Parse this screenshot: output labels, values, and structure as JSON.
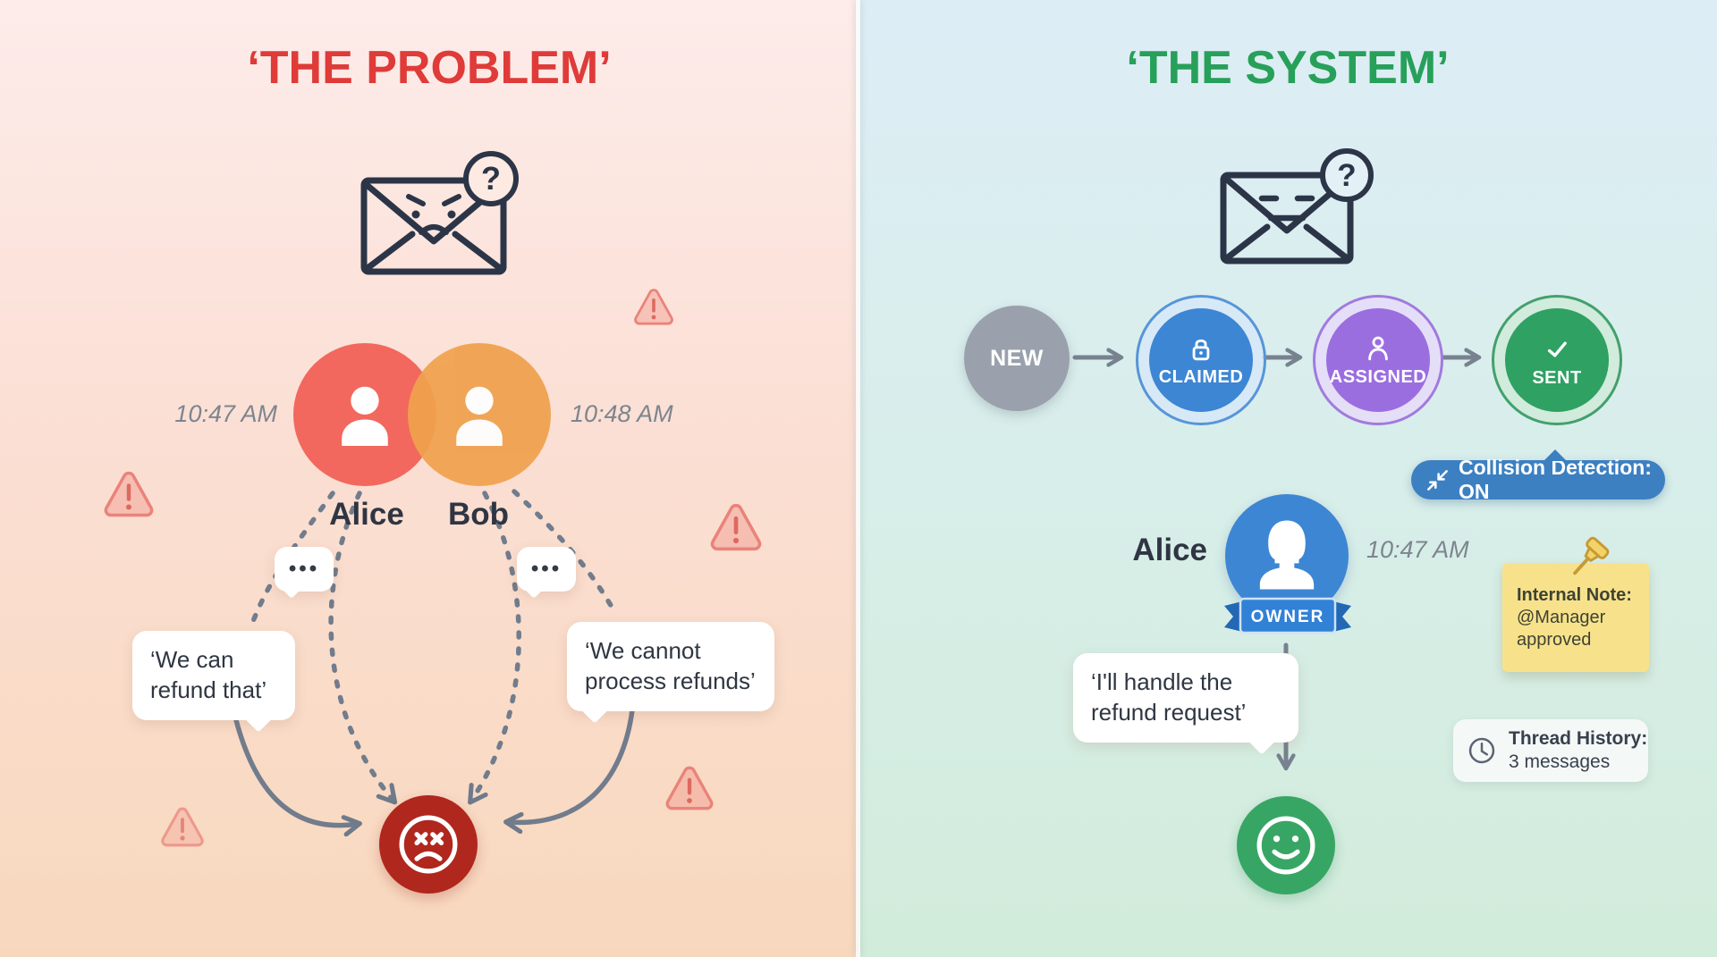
{
  "left": {
    "title": "‘THE PROBLEM’",
    "envelope_q": "?",
    "time_alice": "10:47 AM",
    "time_bob": "10:48 AM",
    "name_alice": "Alice",
    "name_bob": "Bob",
    "typing_dots": "•••",
    "msg_alice": "‘We can refund that’",
    "msg_bob": "‘We cannot process refunds’"
  },
  "right": {
    "title": "‘THE SYSTEM’",
    "envelope_q": "?",
    "pipeline": {
      "stages": [
        {
          "label": "NEW",
          "color": "#9aa1ac",
          "icon": "none"
        },
        {
          "label": "CLAIMED",
          "color": "#3d86d4",
          "icon": "lock-icon"
        },
        {
          "label": "ASSIGNED",
          "color": "#9b6ee0",
          "icon": "user-icon"
        },
        {
          "label": "SENT",
          "color": "#2fa162",
          "icon": "check-icon"
        }
      ]
    },
    "collision_badge": "Collision Detection: ON",
    "owner_name": "Alice",
    "owner_time": "10:47 AM",
    "ribbon": "OWNER",
    "bubble": "‘I'll handle the refund request’",
    "note_title": "Internal Note:",
    "note_line1": "@Manager",
    "note_line2": "approved",
    "history_title": "Thread History:",
    "history_sub": "3 messages"
  },
  "colors": {
    "problem_red": "#df3b39",
    "system_green": "#27a05a",
    "alice_red": "#f2685e",
    "bob_orange": "#f0a14d",
    "new_gray": "#9aa1ac",
    "claimed_blue": "#3d86d4",
    "assigned_purple": "#9b6ee0",
    "sent_green": "#2fa162",
    "badge_blue": "#3c80c2",
    "owner_blue": "#3181d6",
    "sticky_yellow": "#f7e28b",
    "error_face_red": "#b0271e",
    "success_face_green": "#37a665",
    "outline_navy": "#2c3547",
    "arrow_gray": "#6f7a8a"
  }
}
